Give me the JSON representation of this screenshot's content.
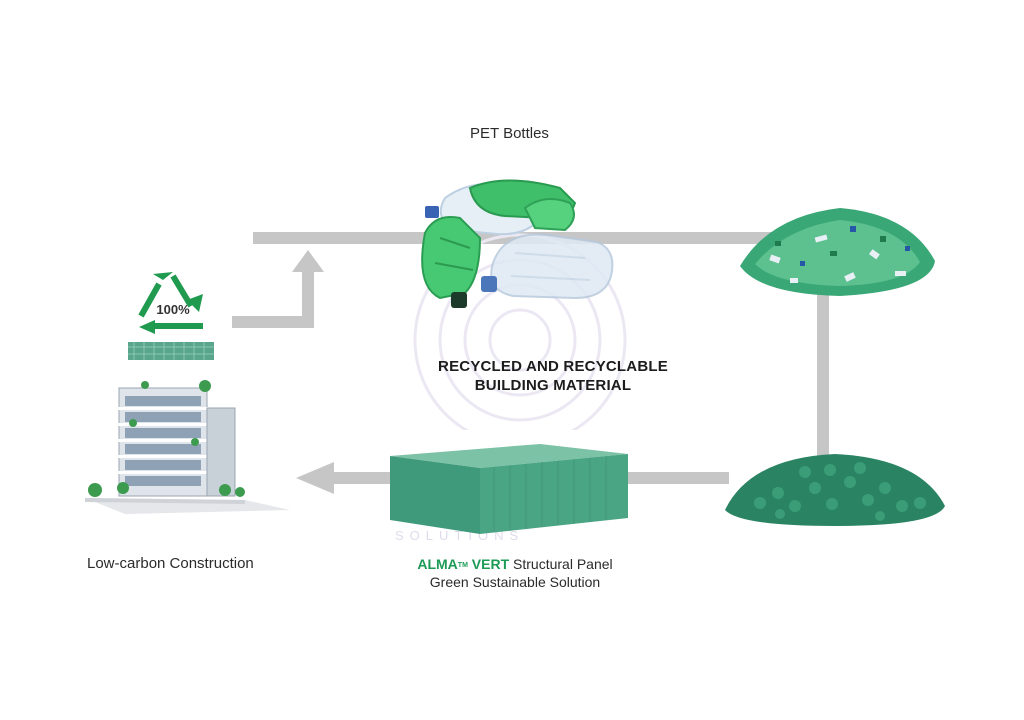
{
  "diagram": {
    "pet_bottles_label": "PET Bottles",
    "center_title_line1": "RECYCLED AND RECYCLABLE",
    "center_title_line2": "BUILDING MATERIAL",
    "recycle_badge_text": "100%",
    "construction_label": "Low-carbon Construction",
    "panel_brand": "ALMA",
    "panel_brand_tm": "TM",
    "panel_brand_suffix": "VERT",
    "panel_name": " Structural Panel",
    "panel_tagline": "Green Sustainable Solution",
    "watermark": "SOLUTIONS"
  },
  "colors": {
    "arrow_gray": "#c6c6c6",
    "recycle_green": "#1f9a4e",
    "panel_green": "#3e9a7c",
    "pellet_green": "#2f8f6d",
    "brand_green": "#1c9b55"
  }
}
